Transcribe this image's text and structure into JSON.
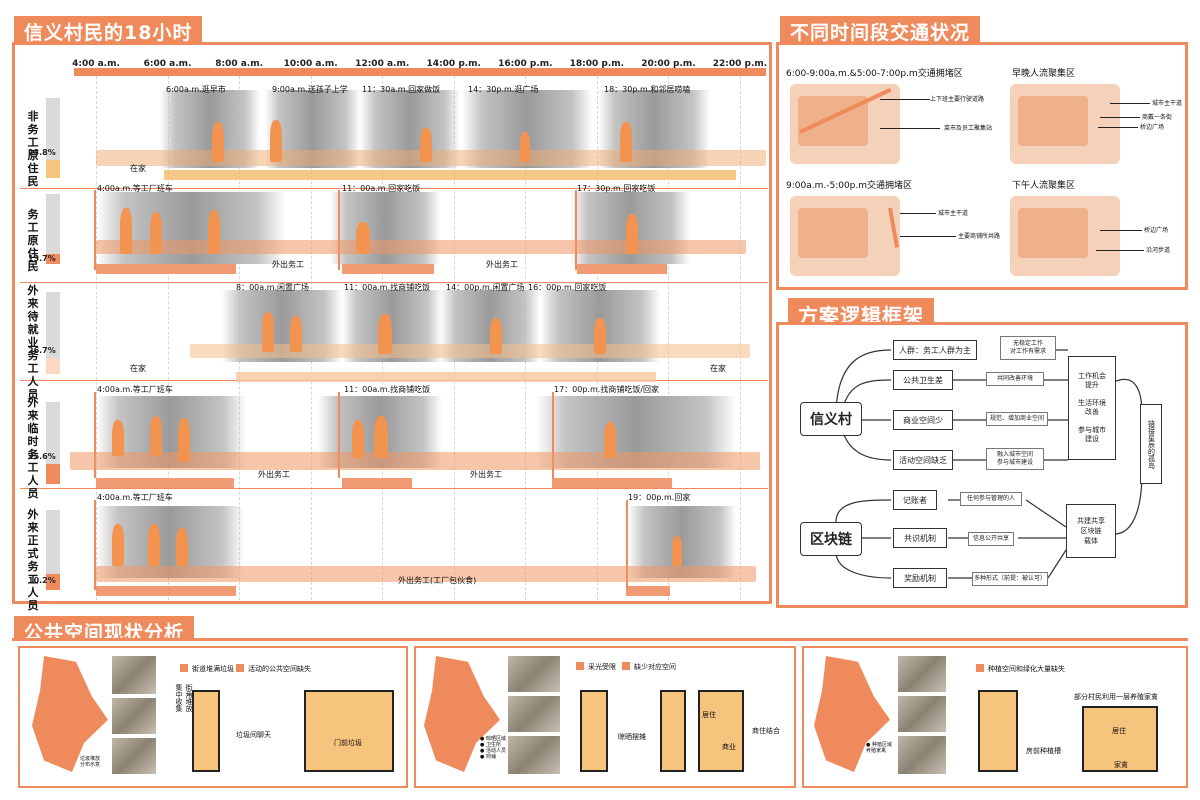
{
  "section_titles": {
    "schedule": "信义村民的18小时",
    "traffic": "不同时间段交通状况",
    "framework": "方案逻辑框架",
    "public_space": "公共空间现状分析"
  },
  "time_axis": [
    "4:00 a.m.",
    "6:00 a.m.",
    "8:00 a.m.",
    "10:00 a.m.",
    "12:00 a.m.",
    "14:00 p.m.",
    "16:00 p.m.",
    "18:00 p.m.",
    "20:00 p.m.",
    "22:00 p.m."
  ],
  "groups": [
    {
      "label": "非务工原住民",
      "percent": "23.8%",
      "value": 23.8,
      "events": [
        "6:00a.m.逛早市",
        "9:00a.m.送孩子上学",
        "11：30a.m.回家做饭",
        "14：30p.m.逛广场",
        "18：30p.m.和邻居唠嗑"
      ],
      "notes": [
        "在家"
      ]
    },
    {
      "label": "务工原住民",
      "percent": "13.7%",
      "value": 13.7,
      "events": [
        "4:00a.m.等工厂班车",
        "11：00a.m.回家吃饭",
        "17：30p.m.回家吃饭"
      ],
      "notes": [
        "外出务工",
        "外出务工"
      ]
    },
    {
      "label": "外来待就业务工人员",
      "percent": "26.7%",
      "value": 26.7,
      "events": [
        "8：00a.m.闲置广场",
        "11：00a.m.找商铺吃饭",
        "14：00p.m.闲置广场",
        "16：00p.m.回家吃饭"
      ],
      "notes": [
        "在家",
        "在家"
      ]
    },
    {
      "label": "外来临时务工人员",
      "percent": "25.6%",
      "value": 25.6,
      "events": [
        "4:00a.m.等工厂班车",
        "11：00a.m.找商铺吃饭",
        "17：00p.m.找商铺吃饭/回家"
      ],
      "notes": [
        "外出务工",
        "外出务工"
      ]
    },
    {
      "label": "外来正式务工人员",
      "percent": "10.2%",
      "value": 10.2,
      "events": [
        "4:00a.m.等工厂班车",
        "19：00p.m.回家"
      ],
      "notes": [
        "外出务工(工厂包伙食)"
      ]
    }
  ],
  "traffic": {
    "panels": [
      {
        "title": "6:00-9:00a.m.&5:00-7:00p.m交通拥堵区",
        "labels": [
          "上下班主要行驶道路",
          "菜市及员工聚集站"
        ]
      },
      {
        "title": "早晚人流聚集区",
        "labels": [
          "城市主干道",
          "商戴一条街",
          "桥边广场"
        ]
      },
      {
        "title": "9:00a.m.-5:00p.m交通拥堵区",
        "labels": [
          "城市主干道",
          "主要商铺所共路"
        ]
      },
      {
        "title": "下午人流聚集区",
        "labels": [
          "桥边广场",
          "沿河步道"
        ]
      }
    ]
  },
  "framework": {
    "root1": "信义村",
    "root2": "区块链",
    "problems": [
      "人群：务工人群为主",
      "公共卫生差",
      "商业空间少",
      "活动空间缺乏"
    ],
    "problem_notes": [
      "无稳定工作\n对工作有需求",
      "共同改善环境",
      "规范、增加商业空间",
      "融入城市空间\n参与城市建设"
    ],
    "goals": "工作机会\n提升\n\n生活环境\n改善\n\n参与城市\n建设",
    "chain": [
      "记账者",
      "共识机制",
      "奖励机制"
    ],
    "chain_notes": [
      "任何参与管理的人",
      "信息公开共享",
      "多种形式（前提：被认可）"
    ],
    "carrier": "共建共享\n区块链\n载体",
    "result": "链接星辰的孤岛"
  },
  "public_space": {
    "panels": [
      {
        "legend": [
          "街道堆满垃圾",
          "活动的公共空间缺失"
        ],
        "side": "街角堆放\n集中收集",
        "labels": [
          "垃圾间聊天",
          "门前垃圾"
        ],
        "map_note": "垃圾堆放\n分布示意"
      },
      {
        "legend": [
          "采光受限",
          "缺少对应空间"
        ],
        "labels": [
          "晾晒摆摊",
          "居住",
          "商业",
          "商住结合"
        ],
        "map_note": "● 晾晒区域\n● 卫生所\n● 活动人员\n● 商铺"
      },
      {
        "legend": [
          "种植空间和绿化大量缺失"
        ],
        "labels": [
          "部分村民利用一层养殖家禽",
          "居住",
          "房前种植槽",
          "家禽"
        ],
        "map_note": "● 种植区域\n  养殖家禽"
      }
    ]
  },
  "colors": {
    "accent": "#ef8a5c",
    "accent_light": "#f7c47d"
  }
}
